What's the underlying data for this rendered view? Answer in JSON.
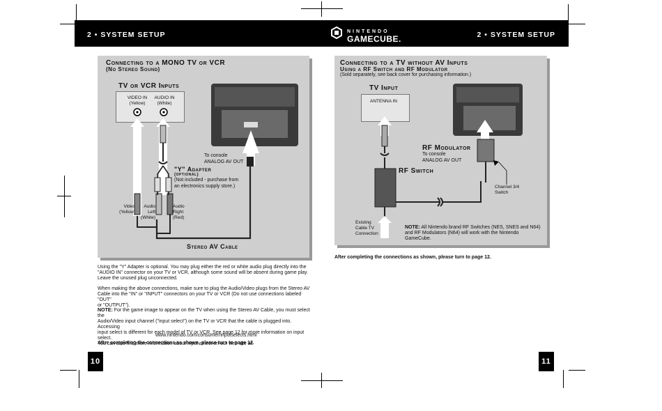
{
  "header": {
    "left_title": "2 • SYSTEM SETUP",
    "right_title": "2 • SYSTEM SETUP",
    "logo_top": "NINTENDO",
    "logo_bottom": "GAMECUBE."
  },
  "left_panel": {
    "title": "Connecting to a MONO TV or VCR",
    "subtitle": "(No Stereo Sound)",
    "inputs_heading": "TV or VCR Inputs",
    "video_in": [
      "VIDEO IN",
      "(Yellow)"
    ],
    "audio_in": [
      "AUDIO IN",
      "(White)"
    ],
    "to_console": [
      "To console",
      "ANALOG AV OUT"
    ],
    "adapter_title": "\"Y\" Adapter",
    "adapter_optional": "(optional)",
    "adapter_note": [
      "(Not included - purchase from",
      "an electronics supply store.)"
    ],
    "plug_video": [
      "Video",
      "(Yellow)"
    ],
    "plug_audio_left": [
      "Audio",
      "Left",
      "(White)"
    ],
    "plug_audio_right": [
      "Audio",
      "Right",
      "(Red)"
    ],
    "cable_label": "Stereo AV Cable"
  },
  "left_text": {
    "para1": [
      "Using the \"Y\" Adapter is optional. You may plug either the red or white audio plug directly into the",
      "\"AUDIO IN\" connector on your TV or VCR, although some sound will be absent during game play.",
      "Leave the unused plug unconnected."
    ],
    "para2": [
      "When making the above connections, make sure to plug the Audio/Video plugs from the Stereo AV",
      "Cable into the \"IN\" or \"INPUT\" connectors on your TV or VCR (Do not use connections labeled \"OUT\"",
      "or \"OUTPUT\")."
    ],
    "note_label": "NOTE:",
    "para3_first": " For the game image to appear on the TV when using the Stereo AV Cable, you must select the",
    "para3": [
      "Audio/Video input channel (\"input select\") on the TV or VCR that the cable is plugged into. Accessing",
      "input select is different for each model of TV or VCR. See page 12 for more information on input select.",
      "You can also find more information about input select on our web site at:"
    ],
    "url": "www.nintendo.com/consumer/inputselects.html",
    "after": "After completing the connections as shown, please turn to page 12."
  },
  "right_panel": {
    "title": "Connecting to a TV without AV Inputs",
    "subtitle": "Using a RF Switch and RF Modulator",
    "note": "(Sold separately, see back cover for purchasing information.)",
    "tv_input_heading": "TV Input",
    "antenna_in": "ANTENNA IN",
    "rf_modulator": "RF Modulator",
    "to_console": [
      "To console",
      "ANALOG AV OUT"
    ],
    "rf_switch": "RF Switch",
    "channel_switch": [
      "Channel 3/4",
      "Switch"
    ],
    "existing": [
      "Existing",
      "Cable TV",
      "Connection"
    ],
    "note_label": "NOTE:",
    "note_text": [
      " All Nintendo brand RF Switches (NES, SNES and N64)",
      "and RF Modulators (N64) will work with the Nintendo GameCube."
    ]
  },
  "right_text": {
    "after": "After completing the connections as shown, please turn to page 12."
  },
  "pages": {
    "left": "10",
    "right": "11"
  }
}
